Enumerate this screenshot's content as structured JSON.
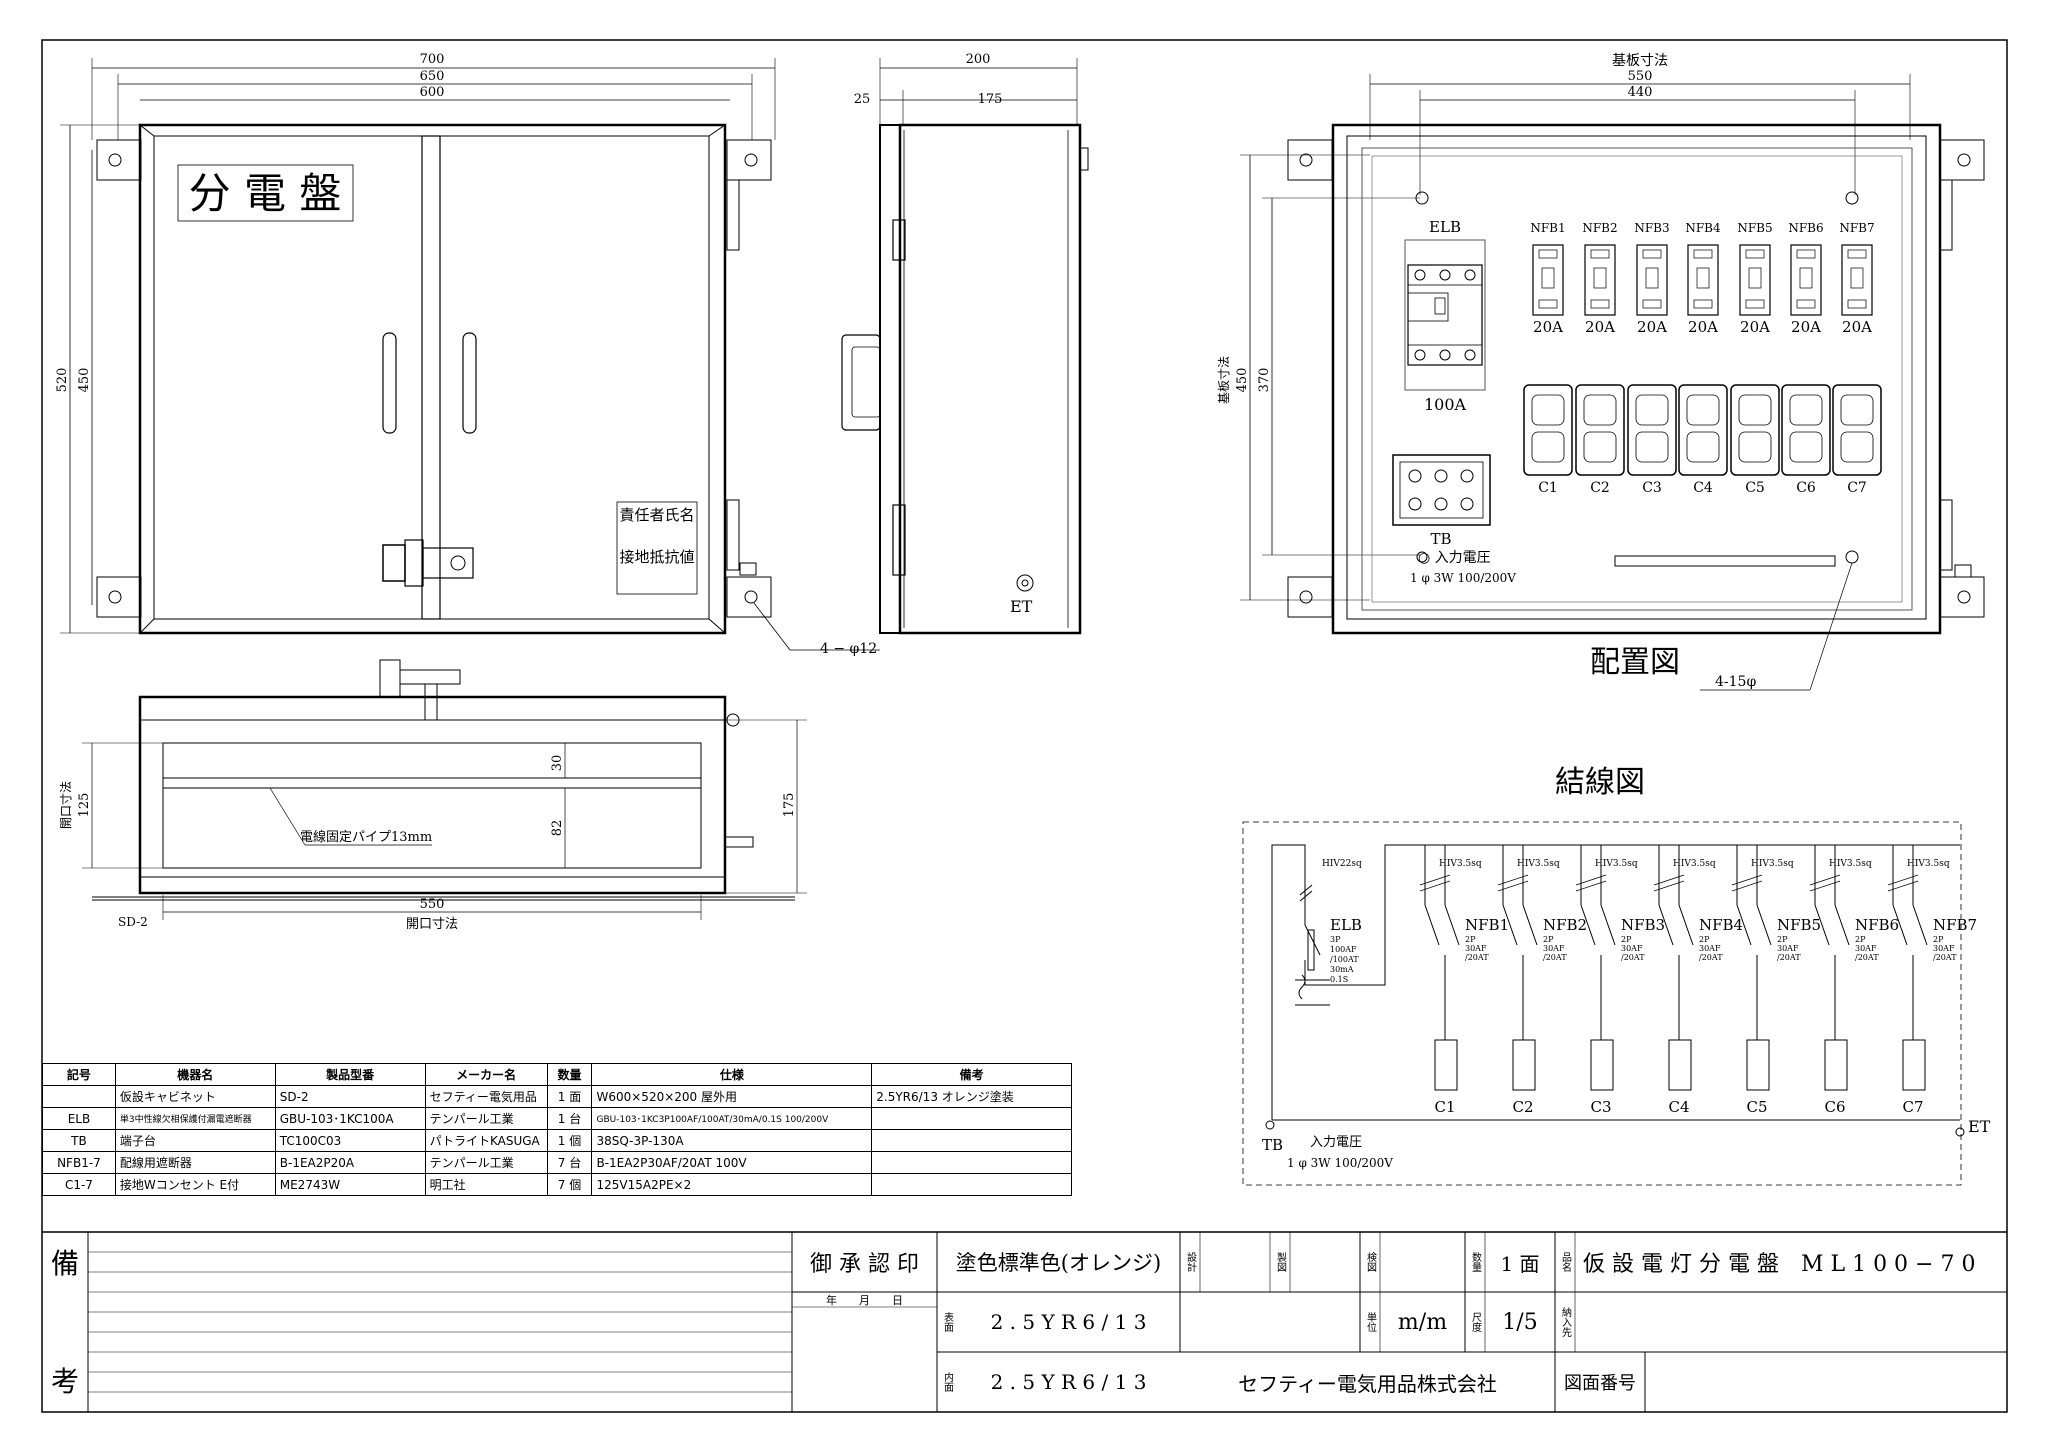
{
  "front_view": {
    "dims": {
      "d700": "700",
      "d650": "650",
      "d600": "600",
      "d520": "520",
      "d450": "450"
    },
    "door_label": "分 電 盤",
    "sign_line1": "責任者氏名",
    "sign_line2": "接地抵抗値",
    "hole_note": "4 − φ12"
  },
  "side_view": {
    "dims": {
      "d200": "200",
      "d25": "25",
      "d175": "175"
    },
    "et_label": "ET"
  },
  "bottom_view": {
    "dims": {
      "d30": "30",
      "d82": "82",
      "d175": "175",
      "d125": "125",
      "d550": "550"
    },
    "opening_label_v": "開口寸法",
    "opening_label_h": "開口寸法",
    "pipe_label": "電線固定パイプ13mm",
    "model_label": "SD-2"
  },
  "layout_view": {
    "board_dims_label": "基板寸法",
    "dims": {
      "d550": "550",
      "d440": "440",
      "d450": "450",
      "d370": "370"
    },
    "board_dims_label_v": "基板寸法",
    "elb_label": "ELB",
    "elb_rating": "100A",
    "nfb_labels": [
      "NFB1",
      "NFB2",
      "NFB3",
      "NFB4",
      "NFB5",
      "NFB6",
      "NFB7"
    ],
    "nfb_ratings": [
      "20A",
      "20A",
      "20A",
      "20A",
      "20A",
      "20A",
      "20A"
    ],
    "outlet_labels": [
      "C1",
      "C2",
      "C3",
      "C4",
      "C5",
      "C6",
      "C7"
    ],
    "tb_label": "TB",
    "input_voltage": "○ 入力電圧",
    "input_spec": "1 φ 3W 100/200V",
    "hole_note": "4-15φ",
    "title": "配置図"
  },
  "wiring_view": {
    "title": "結線図",
    "main_cable": "HIV22sq",
    "branch_cables": [
      "HIV3.5sq",
      "HIV3.5sq",
      "HIV3.5sq",
      "HIV3.5sq",
      "HIV3.5sq",
      "HIV3.5sq",
      "HIV3.5sq"
    ],
    "elb_label": "ELB",
    "elb_spec": [
      "3P",
      "100AF",
      "/100AT",
      "30mA",
      "0.1S"
    ],
    "nfb_labels": [
      "NFB1",
      "NFB2",
      "NFB3",
      "NFB4",
      "NFB5",
      "NFB6",
      "NFB7"
    ],
    "nfb_spec": [
      "2P",
      "30AF",
      "/20AT"
    ],
    "outlet_labels": [
      "C1",
      "C2",
      "C3",
      "C4",
      "C5",
      "C6",
      "C7"
    ],
    "tb_label": "TB",
    "input_voltage": "入力電圧",
    "input_spec": "1 φ 3W 100/200V",
    "et_label": "ET"
  },
  "parts_table": {
    "headers": [
      "記号",
      "機器名",
      "製品型番",
      "メーカー名",
      "数量",
      "仕様",
      "備考"
    ],
    "rows": [
      {
        "sym": "",
        "name": "仮設キャビネット",
        "model": "SD-2",
        "maker": "セフティー電気用品",
        "qty": "1",
        "unit": "面",
        "spec": "W600×520×200 屋外用",
        "note": "2.5YR6/13 オレンジ塗装"
      },
      {
        "sym": "ELB",
        "name": "単3中性線欠相保護付漏電遮断器",
        "model": "GBU-103･1KC100A",
        "maker": "テンパール工業",
        "qty": "1",
        "unit": "台",
        "spec": "GBU-103･1KC3P100AF/100AT/30mA/0.1S 100/200V",
        "note": ""
      },
      {
        "sym": "TB",
        "name": "端子台",
        "model": "TC100C03",
        "maker": "パトライトKASUGA",
        "qty": "1",
        "unit": "個",
        "spec": "38SQ-3P-130A",
        "note": ""
      },
      {
        "sym": "NFB1-7",
        "name": "配線用遮断器",
        "model": "B-1EA2P20A",
        "maker": "テンパール工業",
        "qty": "7",
        "unit": "台",
        "spec": "B-1EA2P30AF/20AT 100V",
        "note": ""
      },
      {
        "sym": "C1-7",
        "name": "接地Wコンセント E付",
        "model": "ME2743W",
        "maker": "明工社",
        "qty": "7",
        "unit": "個",
        "spec": "125V15A2PE×2",
        "note": ""
      }
    ]
  },
  "title_block": {
    "remarks_top": "備",
    "remarks_bottom": "考",
    "approval": "御 承 認 印",
    "date_labels": "年　　月　　日",
    "paint_standard": "塗色標準色(オレンジ)",
    "design": "設計",
    "drawing": "製図",
    "inspect": "検図",
    "qty_label": "数量",
    "qty_value": "1 面",
    "name_label": "品名",
    "product_name": "仮 設 電 灯 分 電 盤　M L 1 0 0 − 7 0",
    "surface_label": "表面",
    "surface_color": "2 . 5 Y R 6 / 1 3",
    "unit_label": "単位",
    "unit_value": "m/m",
    "scale_label": "尺度",
    "scale_value": "1/5",
    "delivery_label": "納入先",
    "inner_label": "内面",
    "inner_color": "2 . 5 Y R 6 / 1 3",
    "company": "セフティー電気用品株式会社",
    "drawing_no_label": "図面番号"
  }
}
